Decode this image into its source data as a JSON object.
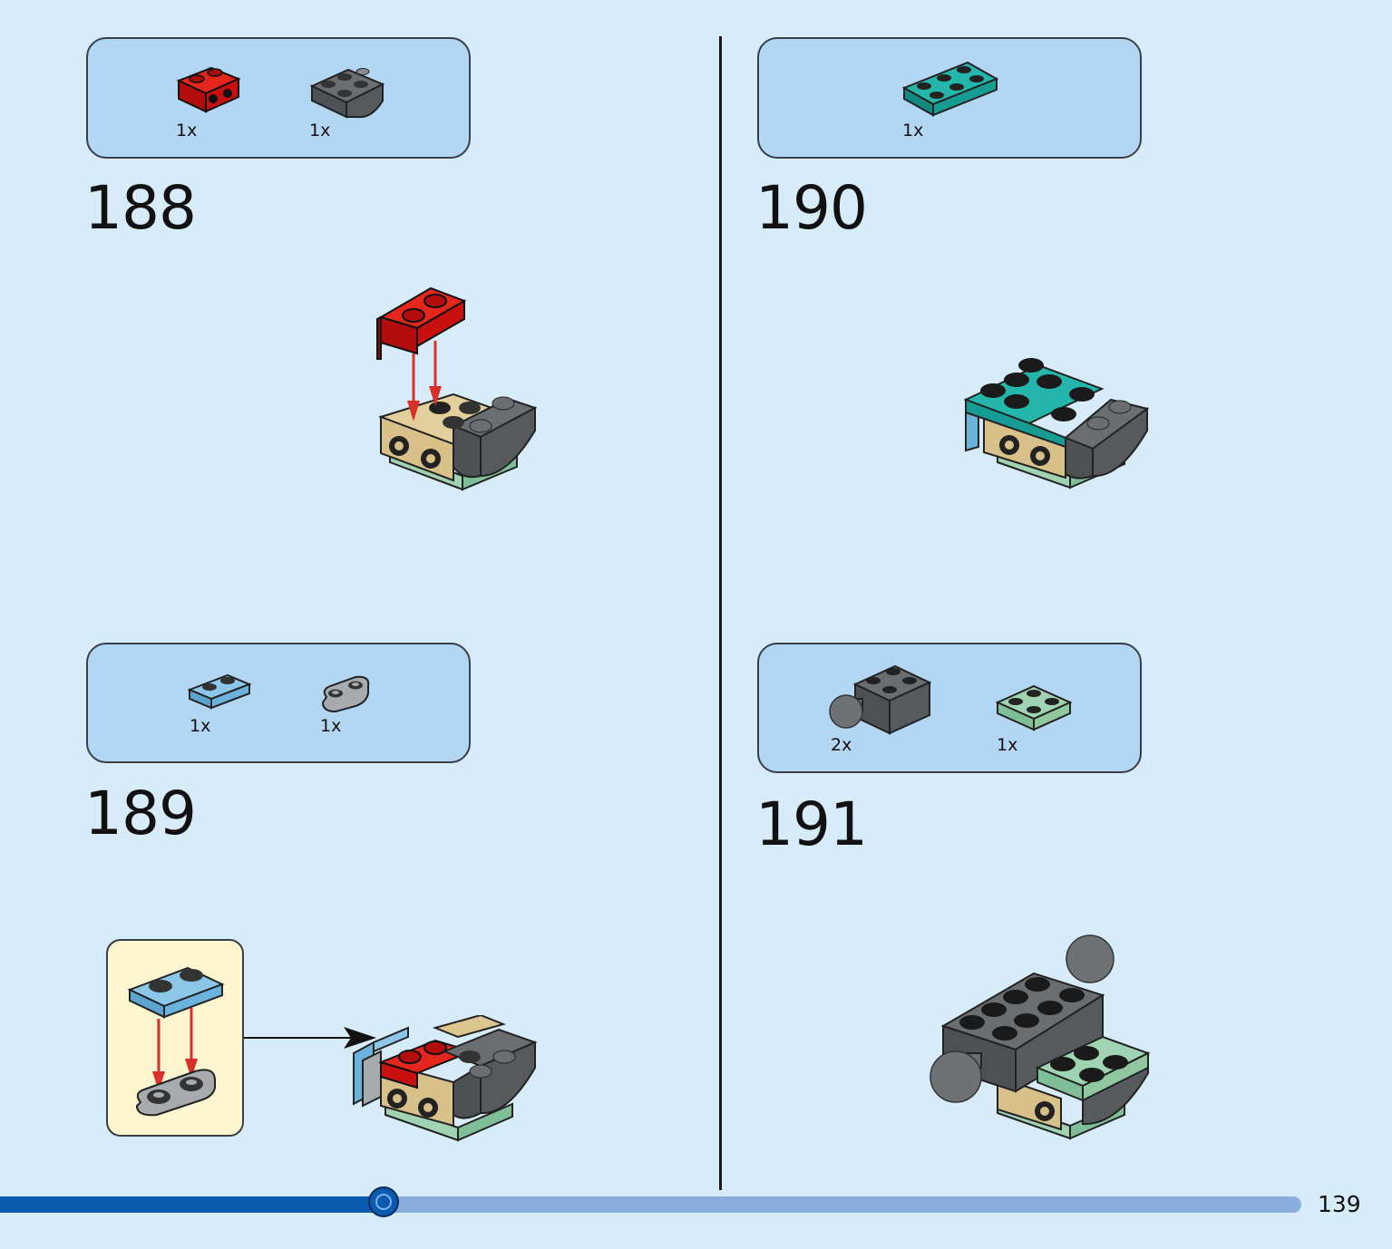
{
  "steps": [
    {
      "number": "188",
      "parts": [
        {
          "qty": "1x",
          "icon": "red-bracket-1x2-icon"
        },
        {
          "qty": "1x",
          "icon": "dark-gray-curved-slope-icon"
        }
      ]
    },
    {
      "number": "189",
      "parts": [
        {
          "qty": "1x",
          "icon": "light-blue-plate-1x2-icon"
        },
        {
          "qty": "1x",
          "icon": "light-gray-rounded-plate-icon"
        }
      ]
    },
    {
      "number": "190",
      "parts": [
        {
          "qty": "1x",
          "icon": "teal-plate-2x3-icon"
        }
      ]
    },
    {
      "number": "191",
      "parts": [
        {
          "qty": "2x",
          "icon": "dark-gray-brick-with-ball-icon"
        },
        {
          "qty": "1x",
          "icon": "sand-green-plate-2x2-icon"
        }
      ]
    }
  ],
  "page_number": "139",
  "progress": {
    "fraction": 0.295
  },
  "colors": {
    "background": "#d6ecfb",
    "parts_box": "#b3d6f5",
    "callout": "#fff5cf",
    "progress_fill": "#0b5bb3",
    "progress_track": "#8aaede",
    "red": "#d41010",
    "dark_gray": "#5b5e61",
    "tan": "#dcc690",
    "teal": "#16a39a",
    "light_blue": "#6ab3dc",
    "sand_green": "#8fc79f"
  }
}
